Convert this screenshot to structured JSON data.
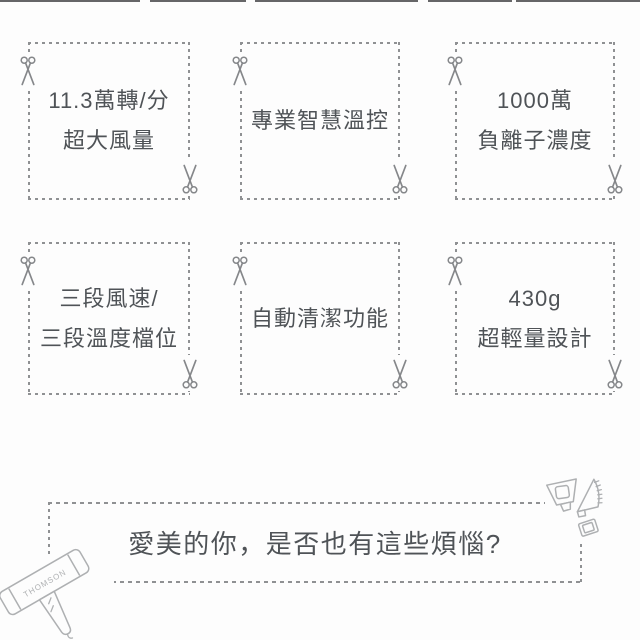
{
  "colors": {
    "background": "#fdfdfd",
    "text": "#4f5357",
    "border": "#8f9193",
    "scissors": "#85878a",
    "sketch": "#aeb0b2",
    "edge_strip": "#4b4b4d"
  },
  "features": [
    {
      "lines": [
        "11.3萬轉/分",
        "超大風量"
      ]
    },
    {
      "lines": [
        "專業智慧溫控"
      ]
    },
    {
      "lines": [
        "1000萬",
        "負離子濃度"
      ]
    },
    {
      "lines": [
        "三段風速/",
        "三段溫度檔位"
      ]
    },
    {
      "lines": [
        "自動清潔功能"
      ]
    },
    {
      "lines": [
        "430g",
        "超輕量設計"
      ]
    }
  ],
  "banner": {
    "title": "愛美的你，是否也有這些煩惱?",
    "dryer_brand": "THOMSON"
  },
  "icons": {
    "scissors": "scissors-icon",
    "hair_dryer": "hair-dryer-icon",
    "nozzle": "nozzle-attachment-icon",
    "comb": "comb-attachment-icon",
    "small_nozzle": "small-nozzle-attachment-icon"
  }
}
